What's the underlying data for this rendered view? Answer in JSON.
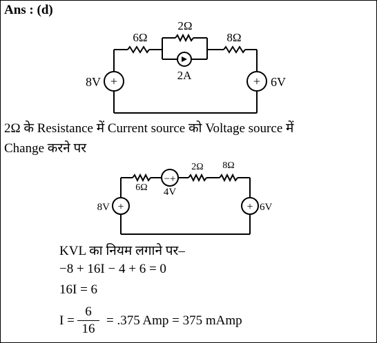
{
  "answer_label": "Ans : (d)",
  "circuit1": {
    "r_left": "6Ω",
    "r_top": "2Ω",
    "r_right": "8Ω",
    "current_source": "2A",
    "v_left": "8V",
    "v_right": "6V",
    "v_left_sign": "+",
    "v_right_sign": "+"
  },
  "explanation": {
    "line1": "2Ω के Resistance में Current source को Voltage source में",
    "line2": "Change करने पर"
  },
  "circuit2": {
    "r_left": "6Ω",
    "vs_mid": "4V",
    "vs_mid_sign": "−+",
    "r_mid": "2Ω",
    "r_right": "8Ω",
    "v_left": "8V",
    "v_right": "6V",
    "v_left_sign": "+",
    "v_right_sign": "+"
  },
  "solution": {
    "kvl_line": "KVL का नियम लगाने पर–",
    "eq1": "−8 + 16I − 4 + 6 = 0",
    "eq2": "16I = 6",
    "eq3_lhs": "I =",
    "eq3_num": "6",
    "eq3_den": "16",
    "eq3_rhs": "= .375 Amp  = 375 mAmp"
  }
}
